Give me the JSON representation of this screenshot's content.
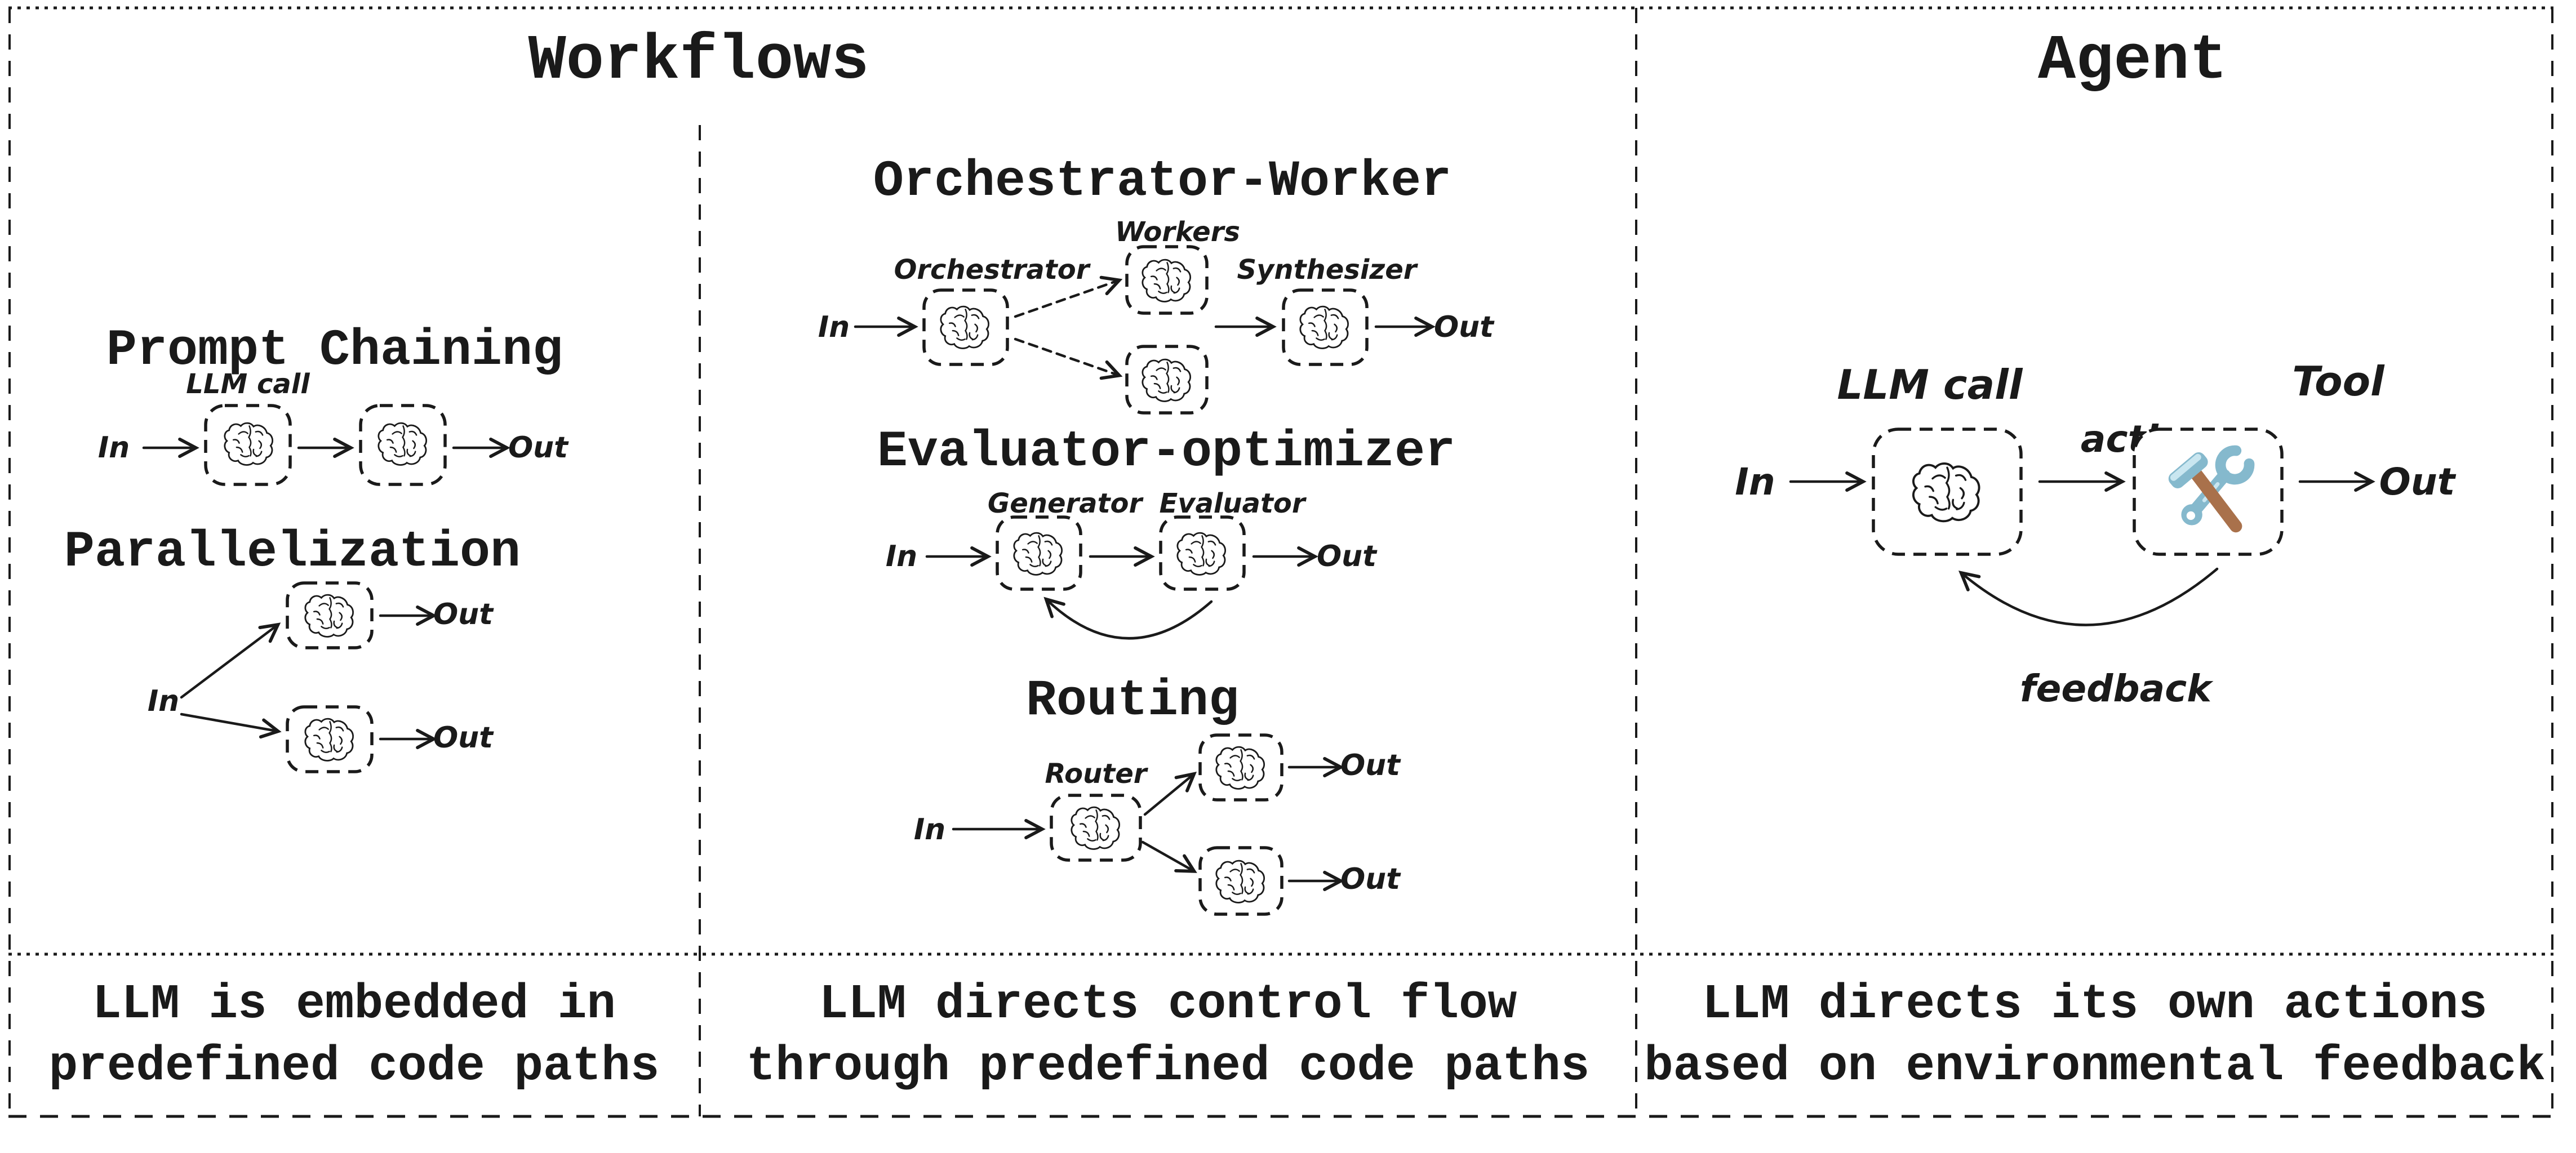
{
  "colors": {
    "ink": "#1a1a1a",
    "background": "#ffffff",
    "tool_blue": "#85b9cd",
    "tool_blue_light": "#c9e6f0",
    "tool_handle_brown": "#a9714b"
  },
  "icons": {
    "brain": "brain-icon",
    "tools": "hammer-wrench-icon"
  },
  "workflows": {
    "title": "Workflows",
    "prompt_chaining": {
      "title": "Prompt Chaining",
      "llm_call_label": "LLM call",
      "in_label": "In",
      "out_label": "Out"
    },
    "parallelization": {
      "title": "Parallelization",
      "in_label": "In",
      "out_top_label": "Out",
      "out_bottom_label": "Out"
    },
    "orchestrator_worker": {
      "title": "Orchestrator-Worker",
      "orchestrator_label": "Orchestrator",
      "workers_label": "Workers",
      "synthesizer_label": "Synthesizer",
      "in_label": "In",
      "out_label": "Out"
    },
    "evaluator_optimizer": {
      "title": "Evaluator-optimizer",
      "generator_label": "Generator",
      "evaluator_label": "Evaluator",
      "in_label": "In",
      "out_label": "Out"
    },
    "routing": {
      "title": "Routing",
      "router_label": "Router",
      "in_label": "In",
      "out_top_label": "Out",
      "out_bottom_label": "Out"
    },
    "caption_left": {
      "line1": "LLM is embedded in",
      "line2": "predefined code paths"
    },
    "caption_middle": {
      "line1": "LLM directs control flow",
      "line2": "through predefined code paths"
    }
  },
  "agent": {
    "title": "Agent",
    "llm_call_label": "LLM call",
    "tool_label": "Tool",
    "action_label": "action",
    "feedback_label": "feedback",
    "in_label": "In",
    "out_label": "Out",
    "caption": {
      "line1": "LLM directs its own actions",
      "line2": "based on environmental feedback"
    }
  }
}
